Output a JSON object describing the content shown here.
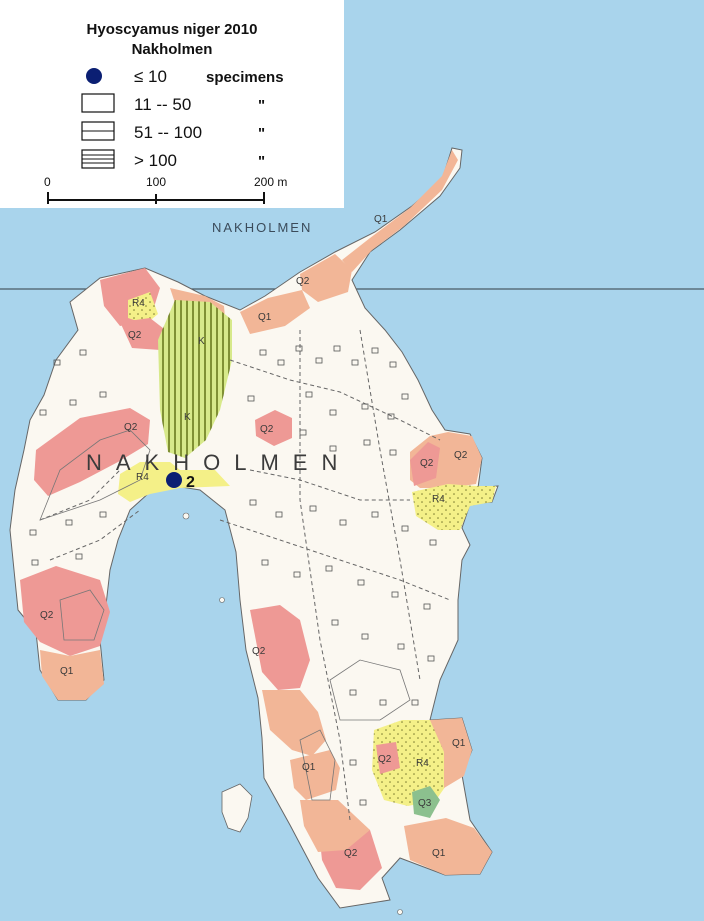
{
  "legend": {
    "title_line1": "Hyoscyamus niger 2010",
    "title_line2": "Nakholmen",
    "rows": [
      {
        "symbol": "dot",
        "range": "≤ 10",
        "unit": "specimens"
      },
      {
        "symbol": "box-empty",
        "range": "11 -- 50",
        "unit": "\""
      },
      {
        "symbol": "box-lined",
        "range": "51 -- 100",
        "unit": "\""
      },
      {
        "symbol": "box-hatched",
        "range": "> 100",
        "unit": "\""
      }
    ],
    "scale": {
      "ticks": [
        "0",
        "100",
        "200 m"
      ]
    }
  },
  "labels": {
    "place_name_top": "NAKHOLMEN",
    "place_name_big": "NAKHOLMEN",
    "find_count": "2",
    "area_codes": [
      "Q1",
      "R4",
      "Q2",
      "Q2",
      "Q1",
      "K",
      "K",
      "Q2",
      "Q2",
      "R4",
      "Q2",
      "Q2",
      "R4",
      "Q2",
      "Q1",
      "Q2",
      "Q1",
      "Q2",
      "R4",
      "Q3",
      "Q1",
      "Q1",
      "Q2"
    ]
  },
  "colors": {
    "sea": "#a9d4ec",
    "land": "#fbf8f1",
    "q_zone": "#f2b697",
    "q2_zone": "#ee9995",
    "r4_zone": "#f4f088",
    "k_zone": "#d7e98a",
    "q3_zone": "#8cc08e",
    "dot": "#0b1f73"
  }
}
